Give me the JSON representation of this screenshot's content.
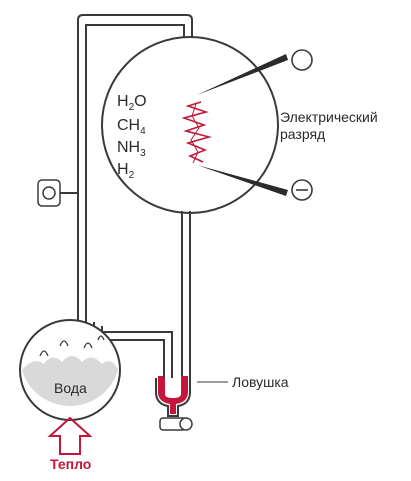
{
  "gases": {
    "h2o": {
      "base": "H",
      "sub": "2",
      "tail": "O"
    },
    "ch4": {
      "base": "CH",
      "sub": "4",
      "tail": ""
    },
    "nh3": {
      "base": "NH",
      "sub": "3",
      "tail": ""
    },
    "h2": {
      "base": "H",
      "sub": "2",
      "tail": ""
    }
  },
  "labels": {
    "discharge_line1": "Электрический",
    "discharge_line2": "разряд",
    "trap": "Ловушка",
    "water": "Вода",
    "heat": "Тепло"
  },
  "colors": {
    "line": "#3a3a3a",
    "accent": "#c4163a",
    "spark": "#c4163a",
    "water": "#d9d9d9",
    "tube_fill": "#ffffff"
  }
}
